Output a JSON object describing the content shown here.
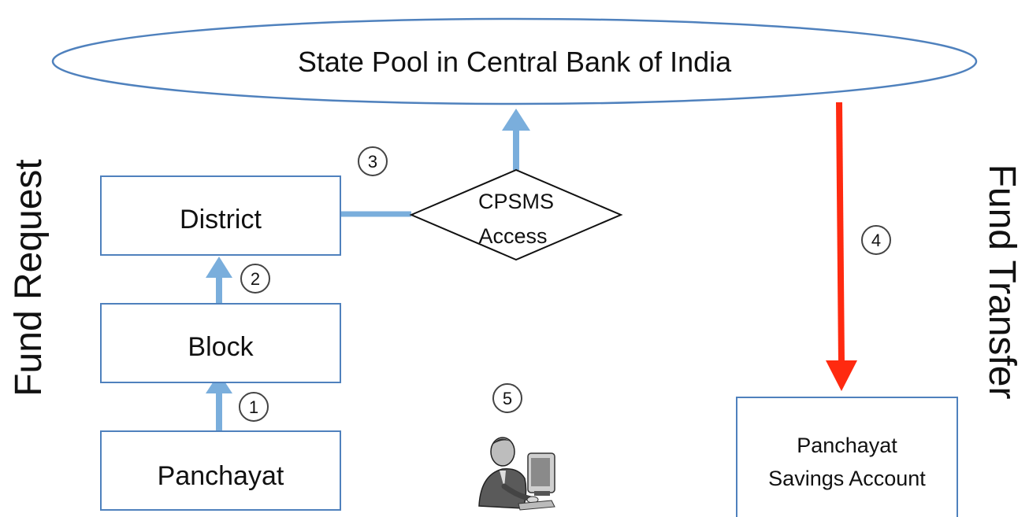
{
  "title": "State Pool in Central Bank of India",
  "nodes": {
    "district": "District",
    "block": "Block",
    "panchayat": "Panchayat",
    "cpsms_line1": "CPSMS",
    "cpsms_line2": "Access",
    "savings_line1": "Panchayat",
    "savings_line2": "Savings Account"
  },
  "side_labels": {
    "left": "Fund Request",
    "right": "Fund Transfer"
  },
  "steps": [
    "1",
    "2",
    "3",
    "4",
    "5"
  ],
  "colors": {
    "blue_arrow": "#7aaedc",
    "red_arrow": "#ff2a10",
    "box_border": "#4f81bd",
    "diamond_border": "#111111",
    "ellipse_border": "#4f81bd",
    "ellipse_fill": "#ffffff",
    "circle_border": "#444444"
  },
  "icons": {
    "clipart": "person-at-computer-icon"
  }
}
